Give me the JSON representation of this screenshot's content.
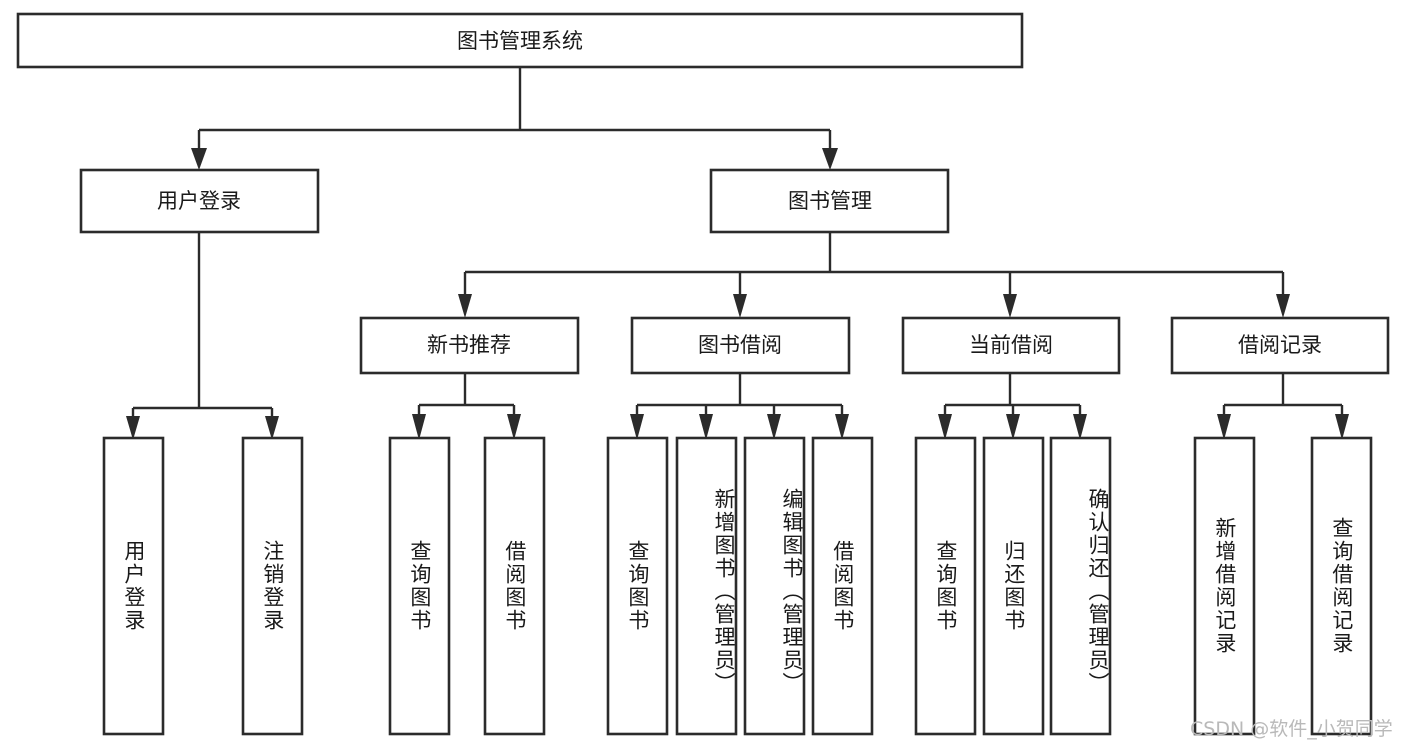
{
  "diagram": {
    "type": "tree-hierarchy",
    "title": "图书管理系统",
    "orientation": "top-down",
    "colors": {
      "box_stroke": "#2b2b2b",
      "box_fill": "#ffffff",
      "text": "#1a1a1a",
      "canvas": "#ffffff",
      "watermark": "#b9b9b9"
    },
    "levels": {
      "root": {
        "label": "图书管理系统",
        "orientation": "horizontal"
      },
      "level2": [
        {
          "label": "用户登录",
          "orientation": "horizontal"
        },
        {
          "label": "图书管理",
          "orientation": "horizontal"
        }
      ],
      "level3": [
        {
          "label": "新书推荐",
          "orientation": "horizontal"
        },
        {
          "label": "图书借阅",
          "orientation": "horizontal"
        },
        {
          "label": "当前借阅",
          "orientation": "horizontal"
        },
        {
          "label": "借阅记录",
          "orientation": "horizontal"
        }
      ],
      "leaves": [
        {
          "label": "用户登录",
          "parent": "用户登录",
          "orientation": "vertical"
        },
        {
          "label": "注销登录",
          "parent": "用户登录",
          "orientation": "vertical"
        },
        {
          "label": "查询图书",
          "parent": "新书推荐",
          "orientation": "vertical"
        },
        {
          "label": "借阅图书",
          "parent": "新书推荐",
          "orientation": "vertical"
        },
        {
          "label": "查询图书",
          "parent": "图书借阅",
          "orientation": "vertical"
        },
        {
          "label": "新增图书（管理员）",
          "parent": "图书借阅",
          "orientation": "vertical"
        },
        {
          "label": "编辑图书（管理员）",
          "parent": "图书借阅",
          "orientation": "vertical"
        },
        {
          "label": "借阅图书",
          "parent": "图书借阅",
          "orientation": "vertical"
        },
        {
          "label": "查询图书",
          "parent": "当前借阅",
          "orientation": "vertical"
        },
        {
          "label": "归还图书",
          "parent": "当前借阅",
          "orientation": "vertical"
        },
        {
          "label": "确认归还（管理员）",
          "parent": "当前借阅",
          "orientation": "vertical"
        },
        {
          "label": "新增借阅记录",
          "parent": "借阅记录",
          "orientation": "vertical"
        },
        {
          "label": "查询借阅记录",
          "parent": "借阅记录",
          "orientation": "vertical"
        }
      ]
    }
  },
  "watermark": {
    "text": "CSDN @软件_小贺同学"
  }
}
